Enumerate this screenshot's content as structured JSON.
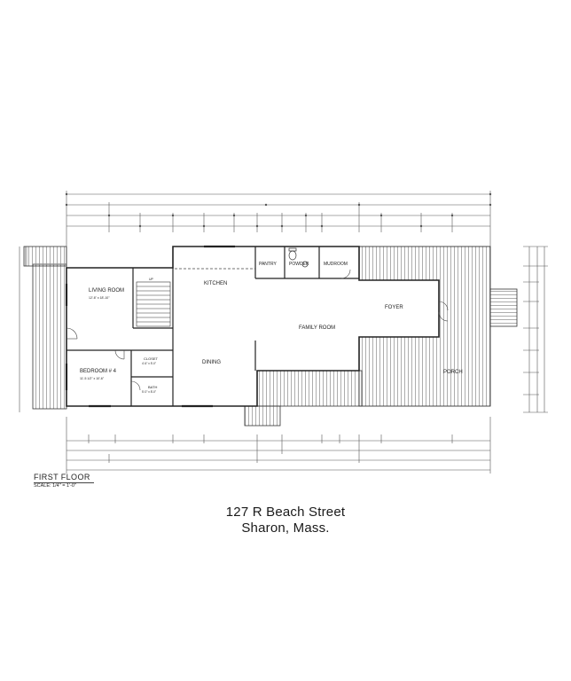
{
  "address": {
    "line1": "127 R Beach Street",
    "line2": "Sharon, Mass."
  },
  "floor": {
    "title": "FIRST FLOOR",
    "scale": "SCALE: 1/4\" = 1'-0\""
  },
  "rooms": {
    "living": {
      "name": "LIVING ROOM",
      "dims": "12'-6\" x 18'-10\""
    },
    "bedroom": {
      "name": "BEDROOM # 4",
      "dims": "11'-5 1/2\" x 10'-6\""
    },
    "closet": {
      "name": "CLOSET",
      "dims": "4'-6\" x 5'-0\""
    },
    "bath": {
      "name": "BATH",
      "dims": "5'-0\" x 8'-0\""
    },
    "kitchen": {
      "name": "KITCHEN",
      "dims": ""
    },
    "dining": {
      "name": "DINING",
      "dims": ""
    },
    "family": {
      "name": "FAMILY ROOM",
      "dims": ""
    },
    "foyer": {
      "name": "FOYER",
      "dims": ""
    },
    "pantry": {
      "name": "PANTRY",
      "dims": ""
    },
    "powder": {
      "name": "POWDER",
      "dims": ""
    },
    "mudroom": {
      "name": "MUDROOM",
      "dims": ""
    },
    "porch": {
      "name": "PORCH",
      "dims": ""
    },
    "stairs": {
      "name": "UP",
      "dims": ""
    }
  }
}
